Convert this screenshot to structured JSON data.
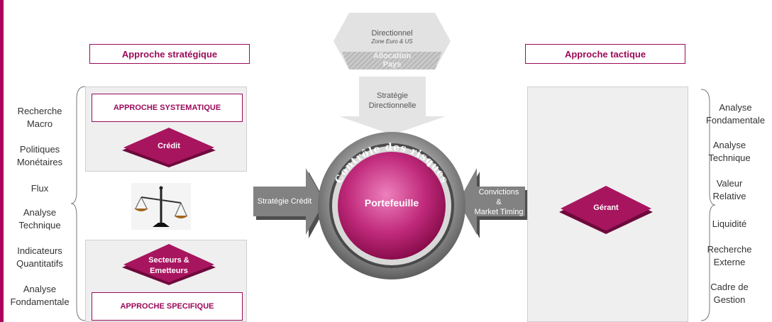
{
  "colors": {
    "accent": "#9b0a5a",
    "diamond": "#a8155f",
    "panel": "#efefef"
  },
  "top_arrow": {
    "line1": "Directionnel",
    "line2": "Zone Euro & US",
    "line3": "Allocation",
    "line4": "Pays"
  },
  "strategy_arrow": {
    "line1": "Stratégie",
    "line2": "Directionnelle"
  },
  "left_title": "Approche stratégique",
  "right_title": "Approche tactique",
  "left_panel": {
    "systematic": "APPROCHE SYSTEMATIQUE",
    "credit": "Crédit",
    "sectors_line1": "Secteurs &",
    "sectors_line2": "Emetteurs",
    "specific": "APPROCHE SPECIFIQUE"
  },
  "left_items": [
    {
      "line1": "Recherche",
      "line2": "Macro"
    },
    {
      "line1": "Politiques",
      "line2": "Monétaires"
    },
    {
      "line1": "Flux",
      "line2": ""
    },
    {
      "line1": "Analyse",
      "line2": "Technique"
    },
    {
      "line1": "Indicateurs",
      "line2": "Quantitatifs"
    },
    {
      "line1": "Analyse",
      "line2": "Fondamentale"
    }
  ],
  "right_items": [
    {
      "line1": "Analyse",
      "line2": "Fondamentale"
    },
    {
      "line1": "Analyse",
      "line2": "Technique"
    },
    {
      "line1": "Valeur",
      "line2": "Relative"
    },
    {
      "line1": "Liquidité",
      "line2": ""
    },
    {
      "line1": "Recherche",
      "line2": "Externe"
    },
    {
      "line1": "Cadre de",
      "line2": "Gestion"
    }
  ],
  "left_arrow": "Stratégie Crédit",
  "right_arrow": {
    "line1": "Convictions",
    "line2": "&",
    "line3": "Market Timing"
  },
  "circle": {
    "ring_text": "Contrôle des risques",
    "center": "Portefeuille"
  },
  "gerant": "Gérant"
}
